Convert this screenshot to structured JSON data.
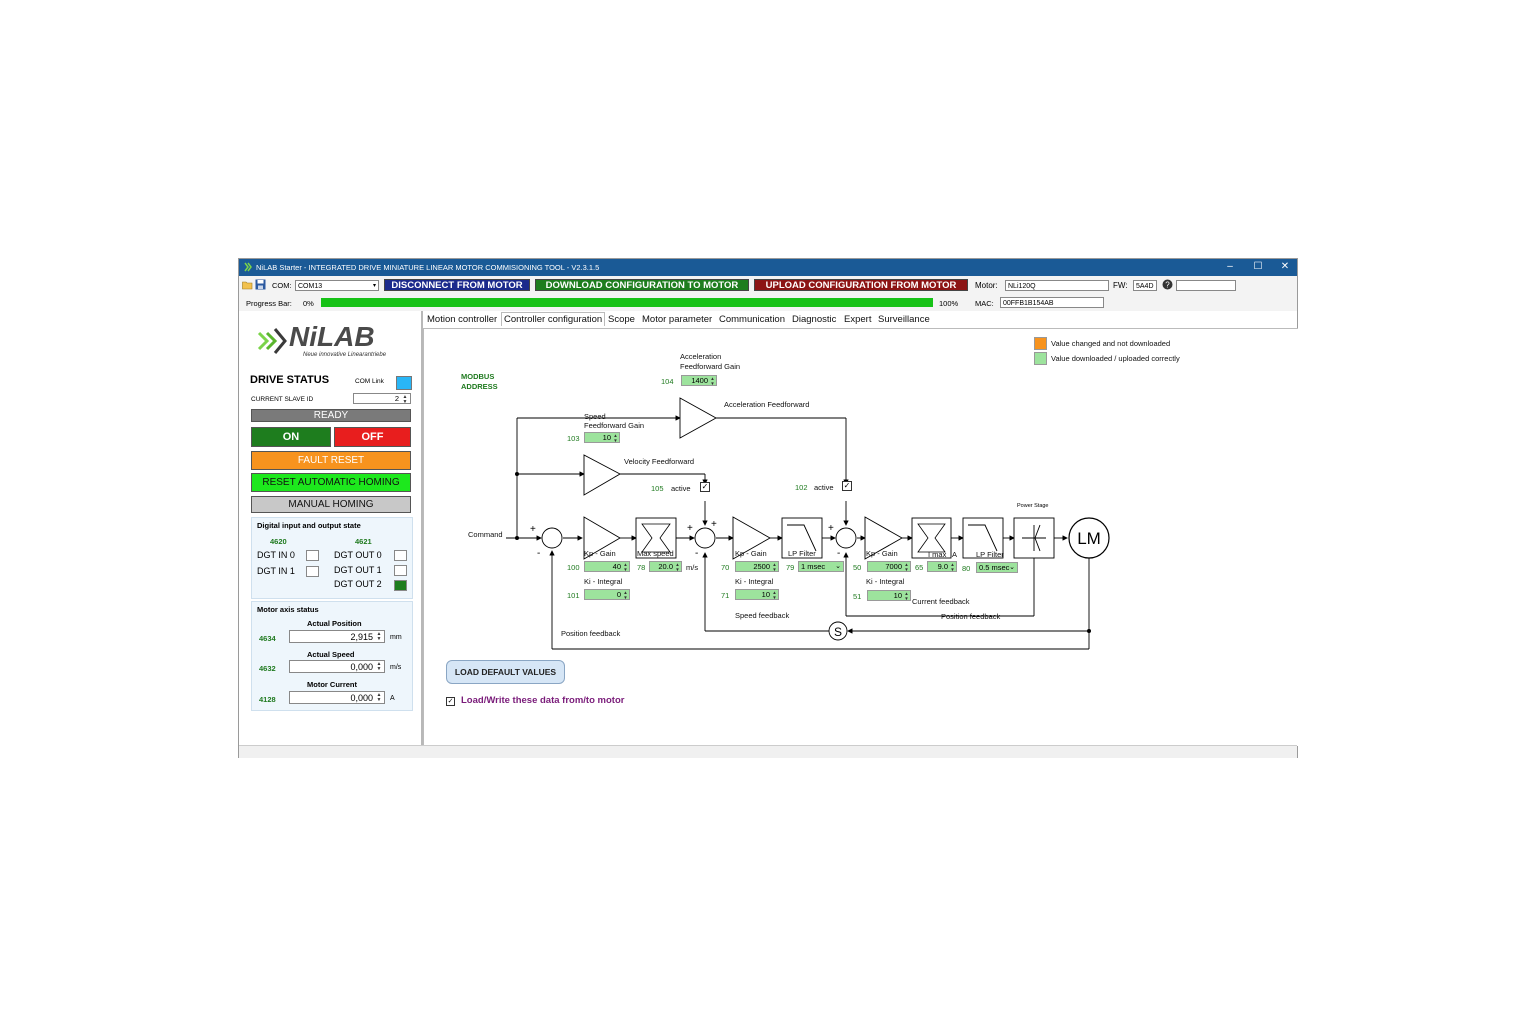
{
  "window": {
    "title": "NiLAB Starter - INTEGRATED DRIVE MINIATURE LINEAR MOTOR COMMISIONING TOOL - V2.3.1.5",
    "minimize": "–",
    "maximize": "☐",
    "close": "✕"
  },
  "toolbar": {
    "com_label": "COM:",
    "com_value": "COM13",
    "disconnect": "DISCONNECT FROM MOTOR",
    "download": "DOWNLOAD CONFIGURATION TO MOTOR",
    "upload": "UPLOAD CONFIGURATION FROM MOTOR",
    "motor_label": "Motor:",
    "motor_value": "NLi120Q",
    "fw_label": "FW:",
    "fw_value": "5A4D",
    "extra_value": ""
  },
  "progress": {
    "label": "Progress Bar:",
    "start": "0%",
    "end": "100%",
    "fraction": 1.0,
    "mac_label": "MAC:",
    "mac_value": "00FFB1B154AB"
  },
  "logo": {
    "text": "NiLAB",
    "tagline": "Neue innovative Linearantriebe"
  },
  "drive": {
    "title": "DRIVE STATUS",
    "com_link": "COM Link",
    "slave_label": "CURRENT SLAVE ID",
    "slave_value": "2",
    "ready": "READY",
    "on": "ON",
    "off": "OFF",
    "fault_reset": "FAULT RESET",
    "reset_homing": "RESET AUTOMATIC HOMING",
    "manual_homing": "MANUAL HOMING"
  },
  "digital": {
    "title": "Digital input and output state",
    "addr_in": "4620",
    "addr_out": "4621",
    "in0": "DGT IN 0",
    "in1": "DGT IN 1",
    "out0": "DGT OUT 0",
    "out1": "DGT OUT 1",
    "out2": "DGT OUT 2"
  },
  "axis": {
    "title": "Motor axis status",
    "pos_label": "Actual Position",
    "pos_addr": "4634",
    "pos_value": "2,915",
    "pos_unit": "mm",
    "speed_label": "Actual Speed",
    "speed_addr": "4632",
    "speed_value": "0,000",
    "speed_unit": "m/s",
    "current_label": "Motor Current",
    "current_addr": "4128",
    "current_value": "0,000",
    "current_unit": "A"
  },
  "tabs": [
    "Motion controller",
    "Controller configuration",
    "Scope",
    "Motor parameter",
    "Communication",
    "Diagnostic",
    "Expert",
    "Surveillance"
  ],
  "legend": {
    "changed": "Value changed and not downloaded",
    "ok": "Value downloaded / uploaded correctly",
    "changed_color": "#f7931e",
    "ok_color": "#9de39d"
  },
  "diagram": {
    "modbus": "MODBUS",
    "address": "ADDRESS",
    "acc_ff_gain_1": "Acceleration",
    "acc_ff_gain_2": "Feedforward Gain",
    "acc_ff_addr": "104",
    "acc_ff_value": "1400",
    "acc_ff": "Acceleration Feedforward",
    "spd_ff_gain_1": "Speed",
    "spd_ff_gain_2": "Feedforward Gain",
    "spd_ff_addr": "103",
    "spd_ff_value": "10",
    "vel_ff": "Velocity Feedforward",
    "active_105_addr": "105",
    "active_102_addr": "102",
    "active": "active",
    "command": "Command",
    "power_stage": "Power Stage",
    "lm": "LM",
    "kp_gain": "Kp - Gain",
    "ki_integral": "Ki - Integral",
    "max_speed": "Max speed",
    "lp_filter": "LP Filter",
    "imax": "I max",
    "imax_unit": "A",
    "ms": "m/s",
    "pos_kp_addr": "100",
    "pos_kp_value": "40",
    "pos_ki_addr": "101",
    "pos_ki_value": "0",
    "maxspd_addr": "78",
    "maxspd_value": "20.0",
    "spd_kp_addr": "70",
    "spd_kp_value": "2500",
    "spd_ki_addr": "71",
    "spd_ki_value": "10",
    "lp1_addr": "79",
    "lp1_value": "1 msec",
    "cur_kp_addr": "50",
    "cur_kp_value": "7000",
    "cur_ki_addr": "51",
    "cur_ki_value": "10",
    "imax_addr": "65",
    "imax_value": "9.0",
    "lp2_addr": "80",
    "lp2_value": "0.5 msec",
    "current_fb": "Current feedback",
    "speed_fb": "Speed feedback",
    "position_fb1": "Position feedback",
    "position_fb2": "Position feedback",
    "s": "S",
    "plus": "+",
    "minus": "-"
  },
  "bottom": {
    "load_default": "LOAD DEFAULT VALUES",
    "load_write": "Load/Write these data from/to motor"
  }
}
